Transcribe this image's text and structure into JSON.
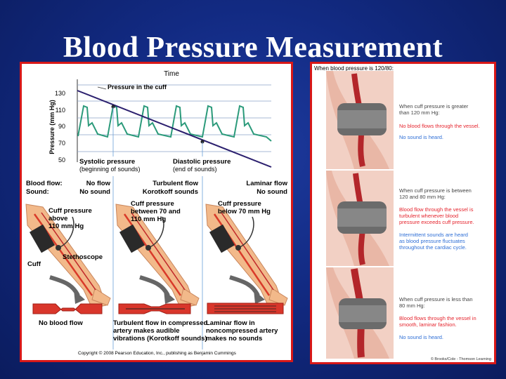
{
  "slide": {
    "title": "Blood Pressure Measurement"
  },
  "left_figure": {
    "graph_title": "Time",
    "y_label": "Pressure (mm Hg)",
    "y_ticks": [
      "130",
      "110",
      "90",
      "70",
      "50"
    ],
    "cuff_label": "Pressure in the cuff",
    "systolic_label": "Systolic pressure",
    "systolic_sub": "(beginning of sounds)",
    "diastolic_label": "Diastolic pressure",
    "diastolic_sub": "(end of sounds)",
    "blood_flow_label": "Blood flow:",
    "sound_label": "Sound:",
    "col1_flow": "No flow",
    "col1_sound": "No sound",
    "col2_flow": "Turbulent flow",
    "col2_sound": "Korotkoff sounds",
    "col3_flow": "Laminar flow",
    "col3_sound": "No sound",
    "cuff1_lines": [
      "Cuff pressure",
      "above",
      "110 mm Hg"
    ],
    "cuff2_lines": [
      "Cuff pressure",
      "between 70 and",
      "110 mm Hg"
    ],
    "cuff3_lines": [
      "Cuff pressure",
      "below 70 mm Hg"
    ],
    "cuff_word": "Cuff",
    "stethoscope": "Stethoscope",
    "caption1": "No blood flow",
    "caption2_lines": [
      "Turbulent flow in compressed",
      "artery makes audible",
      "vibrations (Korotkoff sounds)"
    ],
    "caption3_lines": [
      "Laminar flow in",
      "noncompressed artery",
      "makes no sounds"
    ],
    "copyright": "Copyright © 2008 Pearson Education, Inc., publishing as Benjamin Cummings"
  },
  "right_figure": {
    "header": "When blood pressure is 120/80:",
    "s1_cuff_lines": [
      "When cuff pressure is greater",
      "than 120 mm Hg:"
    ],
    "s1_red": "No blood flows through the vessel.",
    "s1_blue": "No sound is heard.",
    "s2_cuff_lines": [
      "When cuff pressure is between",
      "120 and 80 mm Hg:"
    ],
    "s2_red_lines": [
      "Blood flow through the vessel is",
      "turbulent whenever blood",
      "pressure exceeds cuff pressure."
    ],
    "s2_blue_lines": [
      "Intermittent sounds are heard",
      "as blood pressure fluctuates",
      "throughout the cardiac cycle."
    ],
    "s3_cuff_lines": [
      "When cuff pressure is less than",
      "80 mm Hg:"
    ],
    "s3_red_lines": [
      "Blood flows through the vessel in",
      "smooth, laminar fashion."
    ],
    "s3_blue": "No sound is heard.",
    "credit": "© Brooks/Cole - Thomson Learning"
  },
  "colors": {
    "accent_red": "#d81818",
    "text_red": "#e5242d",
    "text_blue": "#2f6fd6",
    "wave_green": "#2b9a7a",
    "cuff_line": "#2b1f6e"
  }
}
